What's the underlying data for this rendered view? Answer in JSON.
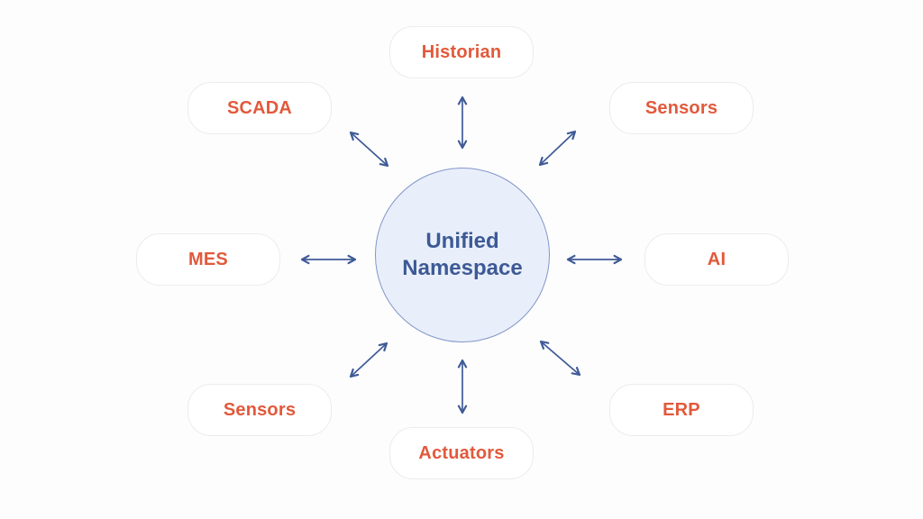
{
  "page": {
    "background_color": "#FDFDFD",
    "description": "Unified Namespace hub-and-spoke architecture diagram"
  },
  "diagram": {
    "center": {
      "line1": "Unified",
      "line2": "Namespace",
      "shape": "circle",
      "fill_color": "#E9EFFA",
      "border_color": "#8196C9",
      "text_color": "#3D5A96"
    },
    "nodes": [
      {
        "label": "Historian",
        "position": "top"
      },
      {
        "label": "SCADA",
        "position": "top-left"
      },
      {
        "label": "Sensors",
        "position": "top-right"
      },
      {
        "label": "MES",
        "position": "left"
      },
      {
        "label": "AI",
        "position": "right"
      },
      {
        "label": "Sensors",
        "position": "bottom-left"
      },
      {
        "label": "ERP",
        "position": "bottom-right"
      },
      {
        "label": "Actuators",
        "position": "bottom"
      }
    ],
    "node_style": {
      "text_color": "#E2593B",
      "background_color": "#FFFFFF",
      "border_color": "#ECECEC",
      "shape": "rounded-rectangle"
    },
    "arrows": {
      "type": "double-headed",
      "color": "#3E5A97",
      "count": 8,
      "meaning": "bidirectional data flow between each system and the Unified Namespace"
    }
  }
}
